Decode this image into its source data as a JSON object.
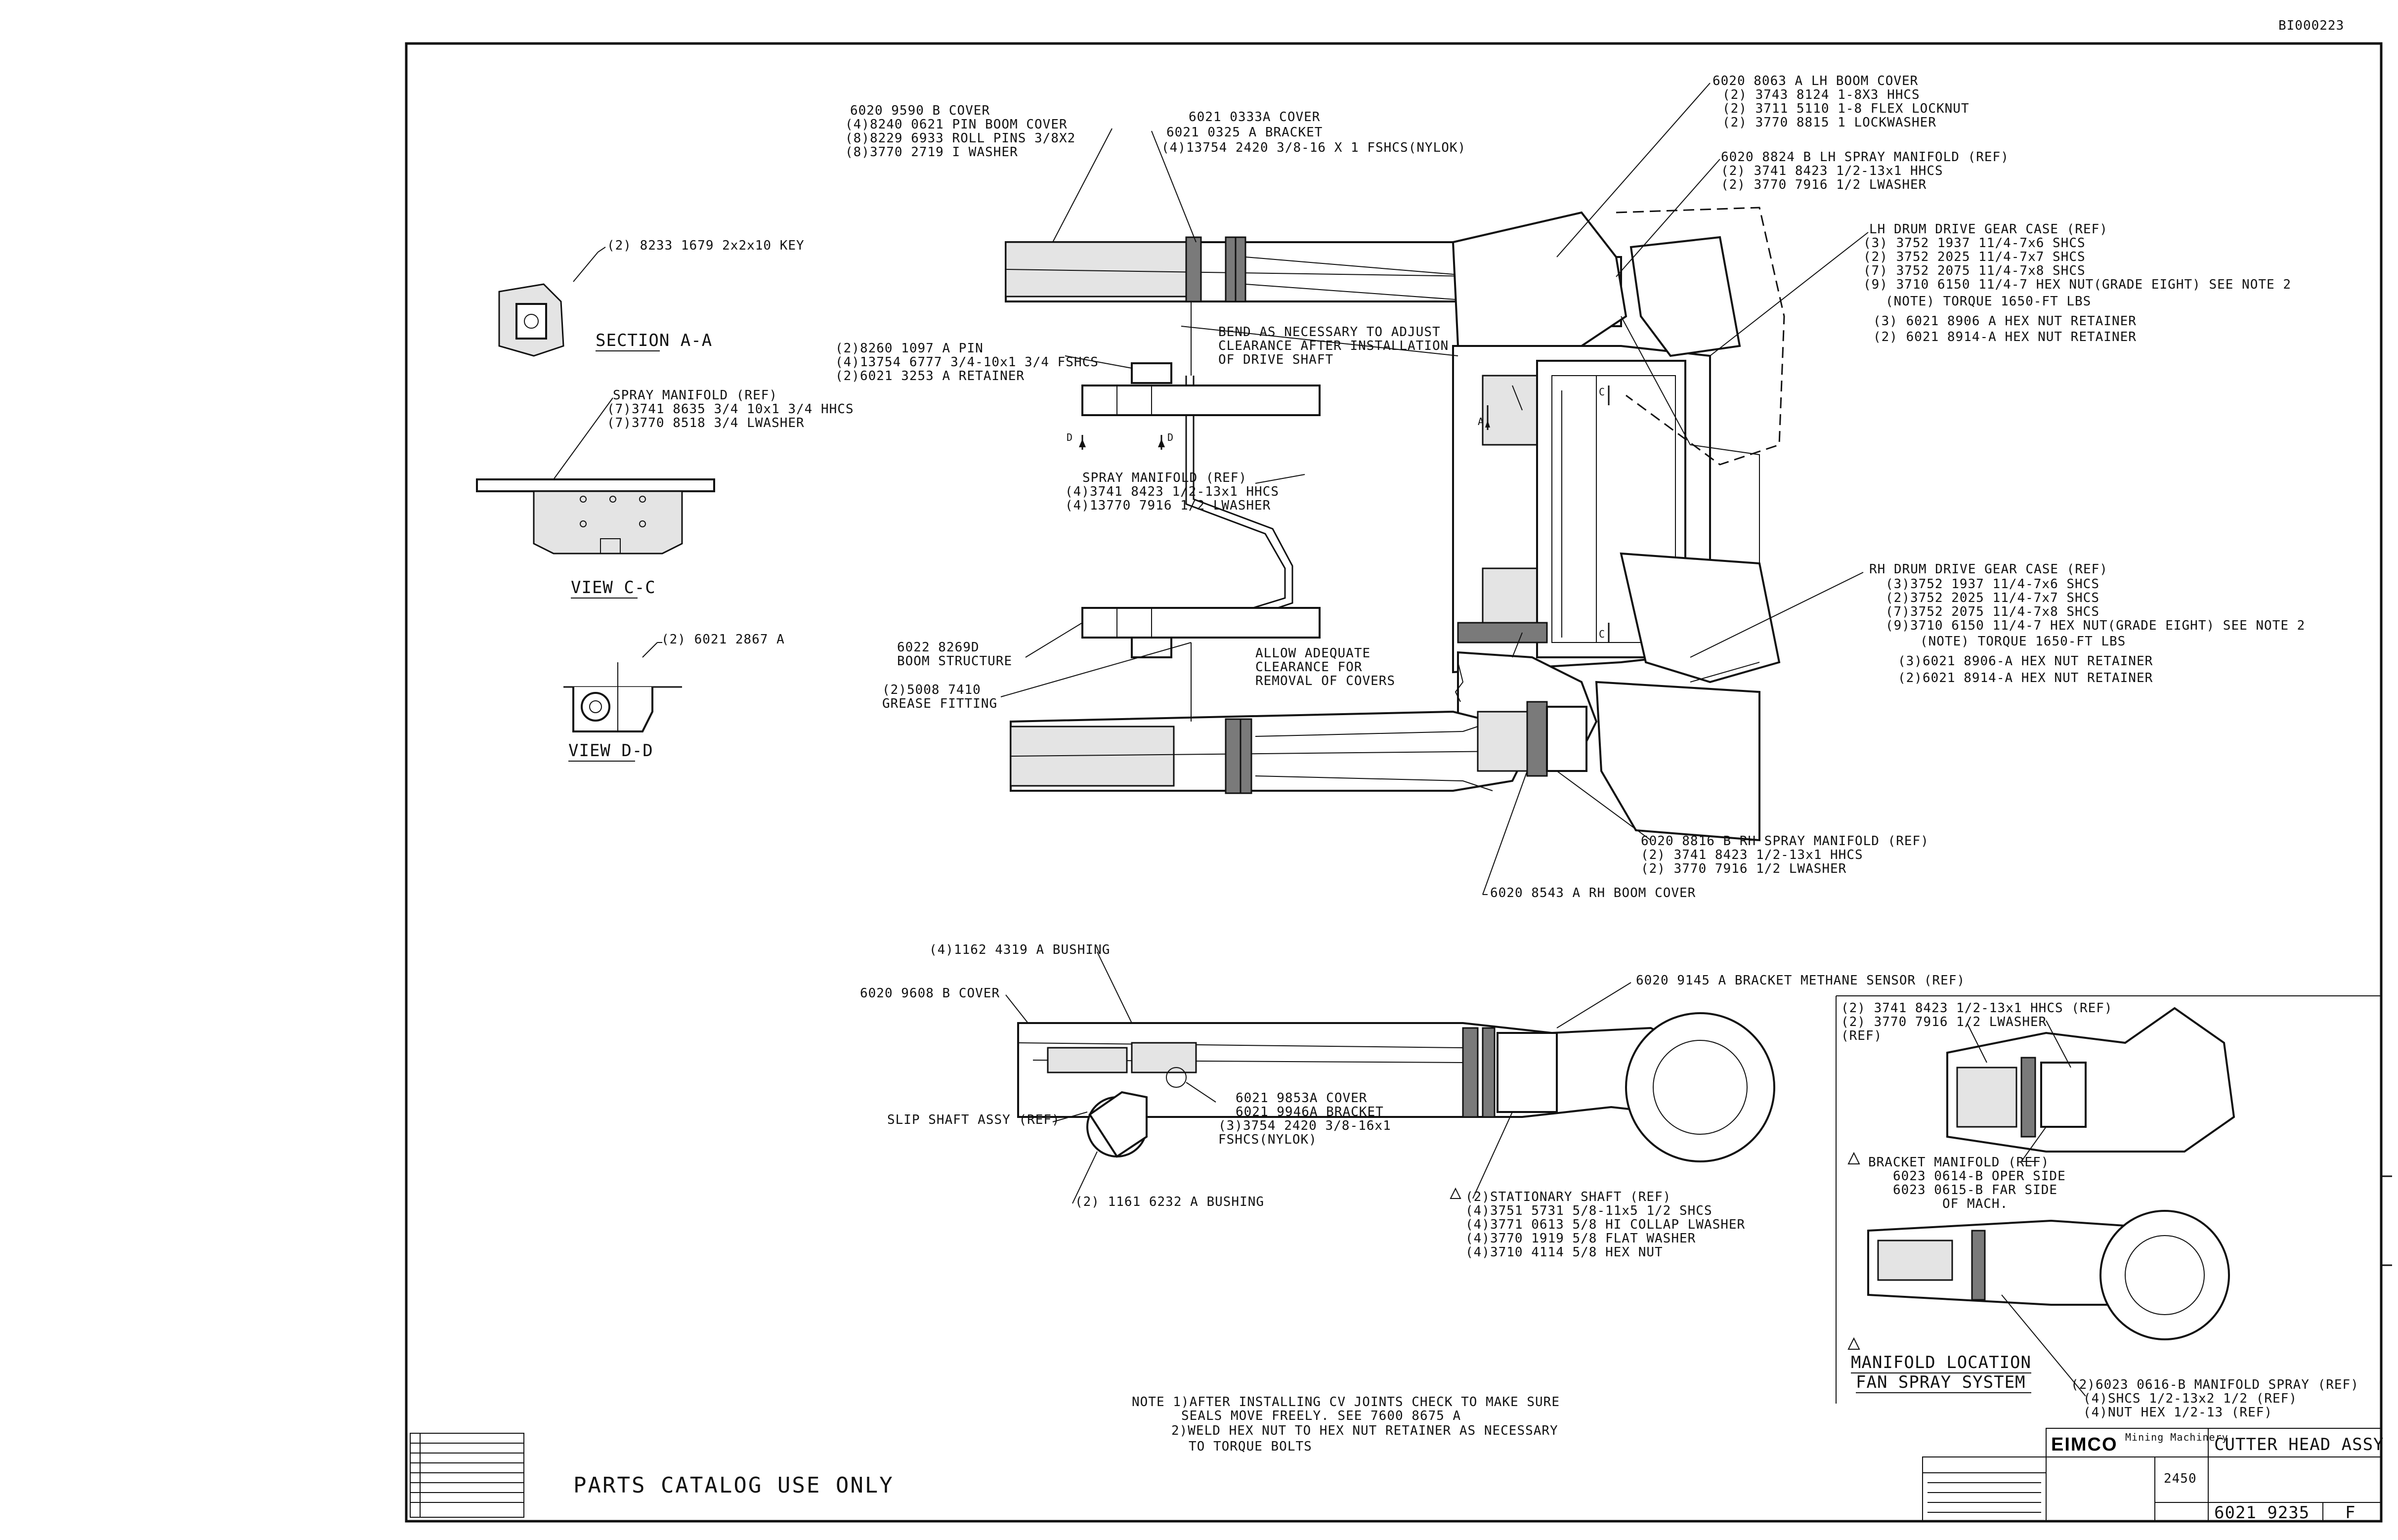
{
  "sheet_code": "BI000223",
  "sections": {
    "section_aa": "SECTION A-A",
    "view_cc": "VIEW C-C",
    "view_dd": "VIEW D-D"
  },
  "callouts": {
    "key": "(2) 8233 1679 2x2x10 KEY",
    "spray_manifold_left": [
      "SPRAY MANIFOLD (REF)",
      "(7)3741 8635 3/4 10x1 3/4 HHCS",
      "(7)3770 8518 3/4 LWASHER"
    ],
    "view_dd_pin": "(2) 6021 2867 A",
    "cover_top": [
      "6020 9590 B COVER",
      "(4)8240 0621 PIN BOOM COVER",
      "(8)8229 6933 ROLL PINS 3/8X2",
      "(8)3770 2719 I WASHER"
    ],
    "cover_mid": [
      "6021 0333A COVER",
      "6021 0325 A BRACKET",
      "(4)13754 2420 3/8-16 X 1 FSHCS(NYLOK)"
    ],
    "lh_boom_cover": [
      "6020 8063 A LH BOOM COVER",
      "(2) 3743 8124 1-8X3 HHCS",
      "(2) 3711 5110 1-8 FLEX LOCKNUT",
      "(2) 3770 8815 1 LOCKWASHER"
    ],
    "lh_spray_manifold": [
      "6020 8824 B LH SPRAY MANIFOLD (REF)",
      "(2) 3741 8423 1/2-13x1 HHCS",
      "(2) 3770 7916 1/2 LWASHER"
    ],
    "lh_drum": [
      "LH DRUM DRIVE GEAR CASE (REF)",
      "(3) 3752 1937 11/4-7x6 SHCS",
      "(2) 3752 2025 11/4-7x7 SHCS",
      "(7) 3752 2075 11/4-7x8 SHCS",
      "(9) 3710 6150 11/4-7 HEX NUT(GRADE EIGHT) SEE NOTE 2",
      "(NOTE) TORQUE 1650-FT LBS",
      "(3) 6021 8906 A HEX NUT RETAINER",
      "(2) 6021 8914-A HEX NUT RETAINER"
    ],
    "pin_group": [
      "(2)8260 1097 A PIN",
      "(4)13754 6777 3/4-10x1 3/4 FSHCS",
      "(2)6021 3253 A RETAINER"
    ],
    "bend_note": [
      "BEND AS NECESSARY TO ADJUST",
      "CLEARANCE AFTER INSTALLATION",
      "OF DRIVE SHAFT"
    ],
    "spray_manifold_mid": [
      "SPRAY MANIFOLD (REF)",
      "(4)3741 8423 1/2-13x1 HHCS",
      "(4)13770 7916 1/2 LWASHER"
    ],
    "boom_structure": [
      "6022 8269D",
      "BOOM STRUCTURE"
    ],
    "grease_fitting": [
      "(2)5008 7410",
      "GREASE FITTING"
    ],
    "allow_note": [
      "ALLOW ADEQUATE",
      "CLEARANCE FOR",
      "REMOVAL OF COVERS"
    ],
    "rh_drum": [
      "RH DRUM DRIVE GEAR CASE (REF)",
      "(3)3752 1937 11/4-7x6 SHCS",
      "(2)3752 2025 11/4-7x7 SHCS",
      "(7)3752 2075 11/4-7x8 SHCS",
      "(9)3710 6150 11/4-7 HEX NUT(GRADE EIGHT) SEE NOTE 2",
      "(NOTE) TORQUE 1650-FT LBS",
      "(3)6021 8906-A HEX NUT RETAINER",
      "(2)6021 8914-A HEX NUT RETAINER"
    ],
    "rh_spray_manifold": [
      "6020 8816 B RH SPRAY MANIFOLD (REF)",
      "(2) 3741 8423 1/2-13x1 HHCS",
      "(2) 3770 7916 1/2 LWASHER"
    ],
    "rh_boom_cover": "6020 8543 A RH BOOM COVER",
    "bushing_top": "(4)1162 4319 A BUSHING",
    "cover_lower": "6020 9608 B COVER",
    "bracket_methane": "6020 9145 A BRACKET METHANE SENSOR (REF)",
    "slip_shaft": "SLIP SHAFT ASSY (REF)",
    "cover_bracket_lower": [
      "6021 9853A COVER",
      "6021 9946A BRACKET",
      "(3)3754 2420 3/8-16x1",
      "FSHCS(NYLOK)"
    ],
    "bushing_lower": "(2) 1161 6232 A BUSHING",
    "stationary_shaft": [
      "(2)STATIONARY SHAFT (REF)",
      "(4)3751 5731 5/8-11x5 1/2 SHCS",
      "(4)3771 0613 5/8 HI COLLAP LWASHER",
      "(4)3770 1919 5/8 FLAT WASHER",
      "(4)3710 4114 5/8 HEX NUT"
    ],
    "inset_bolts": [
      "(2) 3741 8423 1/2-13x1 HHCS (REF)",
      "(2) 3770 7916 1/2 LWASHER",
      "(REF)"
    ],
    "bracket_manifold": [
      "BRACKET MANIFOLD (REF)",
      "6023 0614-B OPER SIDE",
      "6023 0615-B FAR SIDE",
      "OF MACH."
    ],
    "manifold_location": [
      "MANIFOLD LOCATION",
      "FAN SPRAY SYSTEM"
    ],
    "manifold_spray": [
      "(2)6023 0616-B MANIFOLD SPRAY (REF)",
      "(4)SHCS 1/2-13x2 1/2 (REF)",
      "(4)NUT HEX 1/2-13 (REF)"
    ]
  },
  "notes": [
    "NOTE 1)AFTER INSTALLING CV JOINTS CHECK TO MAKE SURE",
    "SEALS MOVE FREELY. SEE 7600 8675 A",
    "2)WELD HEX NUT TO HEX NUT RETAINER AS NECESSARY",
    "TO TORQUE BOLTS"
  ],
  "footer": {
    "parts_catalog": "PARTS CATALOG USE ONLY",
    "company": "EIMCO",
    "company_sub": "Mining Machinery",
    "drawing_title": "CUTTER HEAD ASSY",
    "drawing_number": "6021 9235",
    "revision": "F",
    "size_code": "2450"
  }
}
